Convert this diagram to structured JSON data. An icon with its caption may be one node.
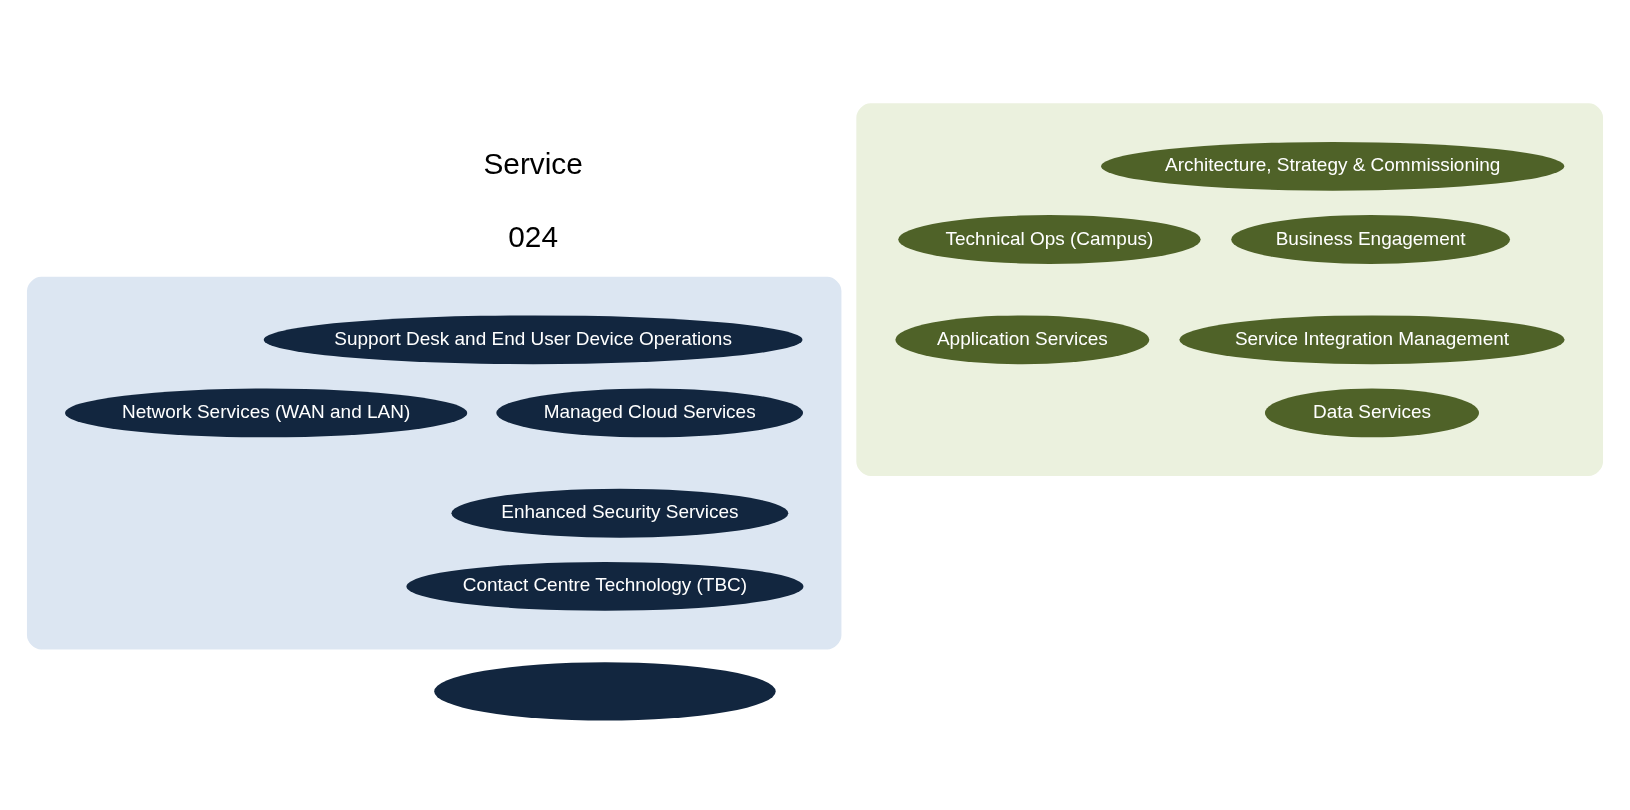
{
  "diagram": {
    "nodes": [
      {
        "text": [],
        "shape": "ellipse"
      },
      {
        "text": [
          "Support Desk and End User Device Operations"
        ],
        "in": 0
      },
      {
        "text": [
          "Managed Cloud Services"
        ],
        "in": 0
      },
      {
        "text": [
          "Network Services (WAN and LAN)"
        ],
        "in": 0
      },
      {
        "text": [
          "Enhanced Security Services"
        ],
        "in": 0
      },
      {
        "text": [
          "Contact Centre Technology (TBC)"
        ],
        "in": 0
      },
      {
        "text": [],
        "shape": "ellipse"
      },
      {
        "text": [
          "Architecture, Strategy & Commissioning"
        ],
        "in": 6
      },
      {
        "text": [
          "Business Engagement"
        ],
        "in": 6
      },
      {
        "text": [
          "Technical Ops (Campus)"
        ],
        "in": 6
      },
      {
        "text": [
          "Service Integration Management"
        ],
        "in": 6
      },
      {
        "text": [
          "Application Services"
        ],
        "in": 6
      },
      {
        "text": [
          "Data Services"
        ],
        "in": 6
      },
      {
        "text": [],
        "shape": "ellipse"
      }
    ],
    "edges": [],
    "labels": [
      "Service",
      "024"
    ]
  }
}
